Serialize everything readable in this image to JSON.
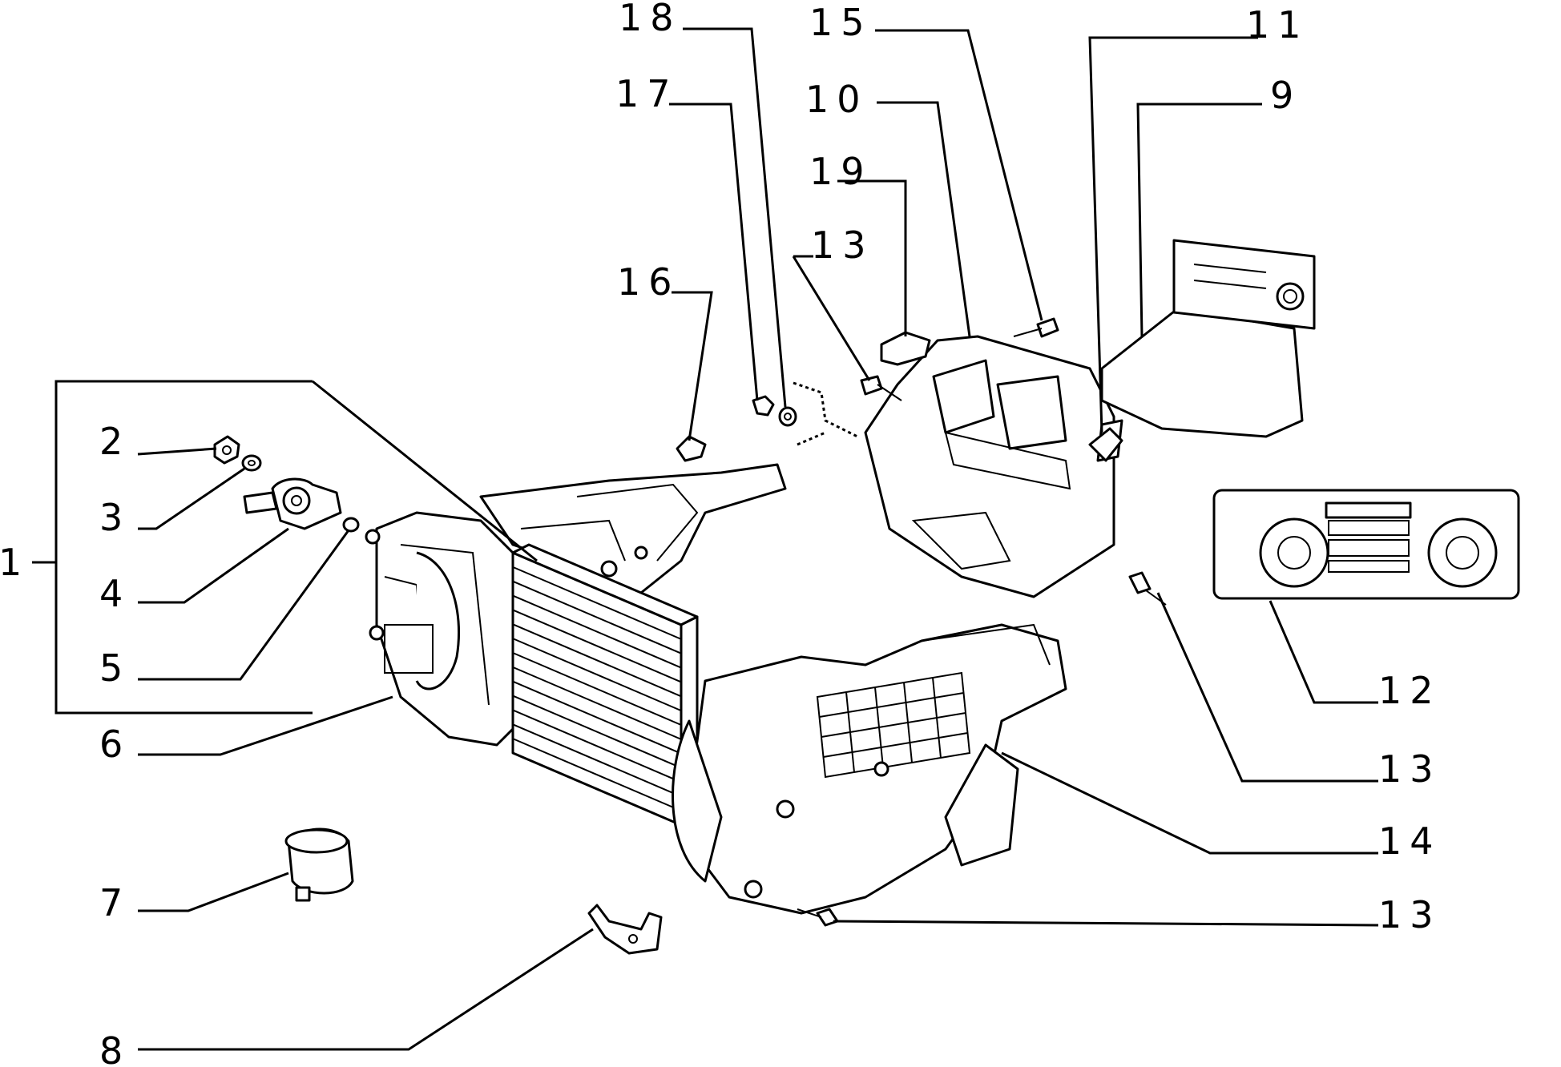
{
  "callouts": [
    {
      "id": "1",
      "label": "1"
    },
    {
      "id": "2",
      "label": "2"
    },
    {
      "id": "3",
      "label": "3"
    },
    {
      "id": "4",
      "label": "4"
    },
    {
      "id": "5",
      "label": "5"
    },
    {
      "id": "6",
      "label": "6"
    },
    {
      "id": "7",
      "label": "7"
    },
    {
      "id": "8",
      "label": "8"
    },
    {
      "id": "9",
      "label": "9"
    },
    {
      "id": "10",
      "label": "10"
    },
    {
      "id": "11",
      "label": "11"
    },
    {
      "id": "12",
      "label": "12"
    },
    {
      "id": "13a",
      "label": "13"
    },
    {
      "id": "13b",
      "label": "13"
    },
    {
      "id": "13c",
      "label": "13"
    },
    {
      "id": "14",
      "label": "14"
    },
    {
      "id": "15",
      "label": "15"
    },
    {
      "id": "16",
      "label": "16"
    },
    {
      "id": "17",
      "label": "17"
    },
    {
      "id": "18",
      "label": "18"
    },
    {
      "id": "19",
      "label": "19"
    }
  ]
}
